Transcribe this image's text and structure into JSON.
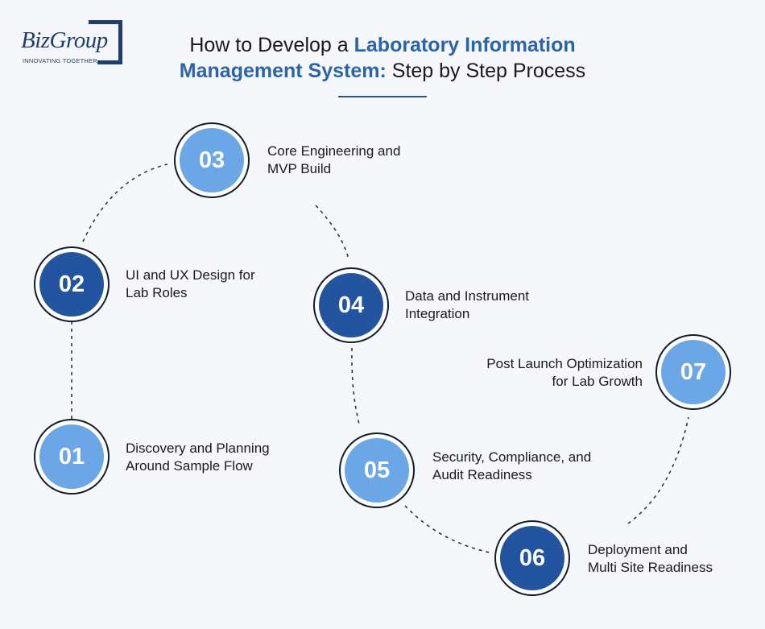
{
  "logo": {
    "name": "BizGroup",
    "tagline": "INNOVATING TOGETHER"
  },
  "title": {
    "part1": "How to Develop a ",
    "highlight1": "Laboratory Information",
    "highlight2": "Management System:",
    "part2": " Step by Step Process"
  },
  "colors": {
    "light_step": "#6ba6e6",
    "dark_step": "#2354a0",
    "accent": "#2c64a8"
  },
  "steps": [
    {
      "number": "01",
      "line1": "Discovery and Planning",
      "line2": "Around Sample Flow"
    },
    {
      "number": "02",
      "line1": "UI and UX Design for",
      "line2": "Lab Roles"
    },
    {
      "number": "03",
      "line1": "Core Engineering and",
      "line2": "MVP Build"
    },
    {
      "number": "04",
      "line1": "Data and Instrument",
      "line2": "Integration"
    },
    {
      "number": "05",
      "line1": "Security, Compliance, and",
      "line2": "Audit Readiness"
    },
    {
      "number": "06",
      "line1": "Deployment and",
      "line2": "Multi Site Readiness"
    },
    {
      "number": "07",
      "line1": "Post Launch Optimization",
      "line2": "for Lab Growth"
    }
  ]
}
